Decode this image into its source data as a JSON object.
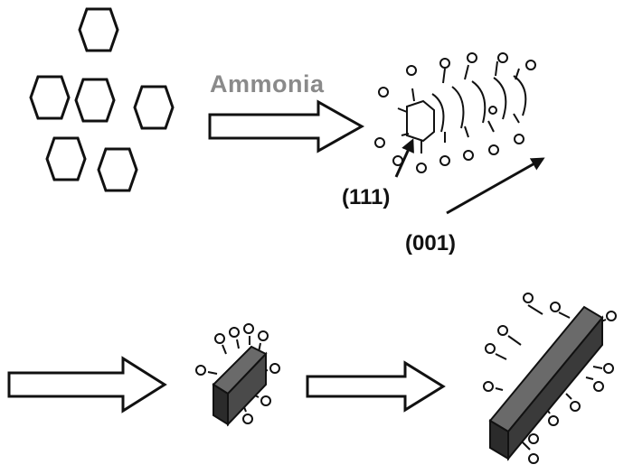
{
  "labels": {
    "reagent": "Ammonia",
    "facet_111": "(111)",
    "facet_001": "(001)"
  },
  "colors": {
    "outline": "#111111",
    "arrow_fill": "#ffffff",
    "reagent_text": "#8a8a8a",
    "rod_dark": "#2b2b2b",
    "rod_mid": "#4a4a4a",
    "rod_light": "#6a6a6a"
  }
}
